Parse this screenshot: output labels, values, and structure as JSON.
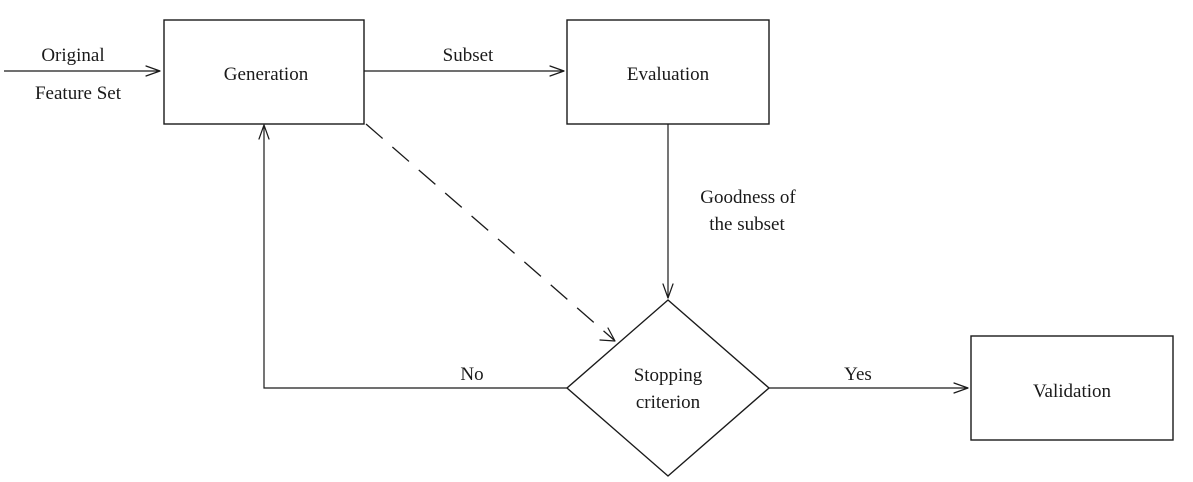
{
  "nodes": {
    "generation": "Generation",
    "evaluation": "Evaluation",
    "stopping_criterion": [
      "Stopping",
      "criterion"
    ],
    "validation": "Validation"
  },
  "edges": {
    "input": [
      "Original",
      "Feature Set"
    ],
    "subset": "Subset",
    "goodness": [
      "Goodness of",
      "the subset"
    ],
    "no": "No",
    "yes": "Yes"
  }
}
